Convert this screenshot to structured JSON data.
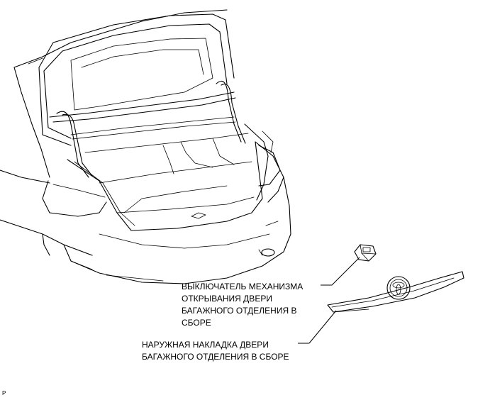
{
  "callouts": {
    "switch_assembly": [
      "ВЫКЛЮЧАТЕЛЬ МЕХАНИЗМА",
      "ОТКРЫВАНИЯ ДВЕРИ",
      "БАГАЖНОГО ОТДЕЛЕНИЯ В",
      "СБОРЕ"
    ],
    "garnish_assembly": [
      "НАРУЖНАЯ НАКЛАДКА ДВЕРИ",
      "БАГАЖНОГО ОТДЕЛЕНИЯ В СБОРЕ"
    ]
  },
  "figure_code": "P"
}
